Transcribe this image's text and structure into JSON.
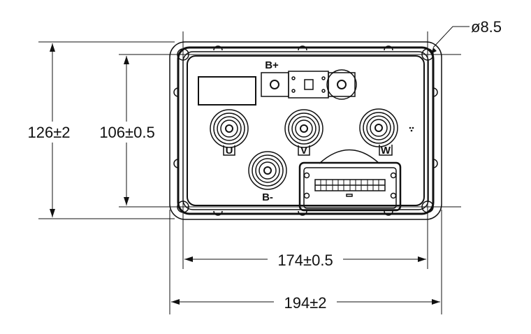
{
  "dimensions": {
    "height_outer": "126±2",
    "height_holes": "106±0.5",
    "width_holes": "174±0.5",
    "width_outer": "194±2",
    "hole_diameter": "ø8.5"
  },
  "terminals": {
    "b_plus": "B+",
    "b_minus": "B-",
    "u": "U",
    "v": "V",
    "w": "W"
  },
  "colors": {
    "line": "#111111",
    "background": "#ffffff"
  }
}
